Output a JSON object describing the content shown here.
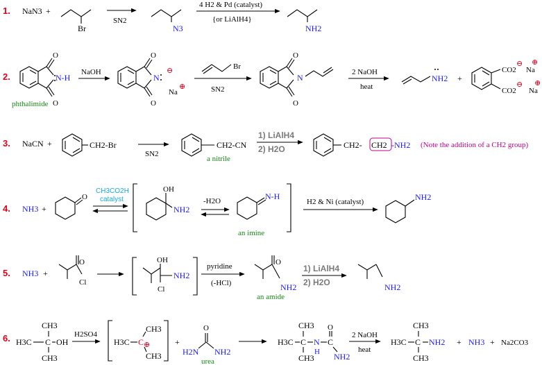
{
  "diagram": {
    "rows": [
      {
        "number": "1.",
        "reactant": "NaN3",
        "plus": "+",
        "intermediate_label": "N3",
        "product_label": "NH2",
        "bromo_label": "Br",
        "step1_condition": "SN2",
        "step2_condition_top": "4 H2 & Pd (catalyst)",
        "step2_condition_bottom": "{or LiAlH4}"
      },
      {
        "number": "2.",
        "start_nh": "N-H",
        "start_name": "phthalimide",
        "base": "NaOH",
        "anion_n": "N",
        "anion_charge": "⊖",
        "counterion": "Na",
        "counter_charge": "⊕",
        "alkyl_bromide_br": "Br",
        "step_sn2": "SN2",
        "alkylated_n": "N",
        "hydrolysis_top": "2 NaOH",
        "hydrolysis_bottom": "heat",
        "amine_label": "NH2",
        "plus": "+",
        "carboxylate_1": "CO2",
        "carboxylate_2": "CO2",
        "na_1": "Na",
        "na_2": "Na",
        "oxygen": "O"
      },
      {
        "number": "3.",
        "reactant": "NaCN",
        "plus": "+",
        "benzyl_group": "CH2-Br",
        "step_sn2": "SN2",
        "nitrile_group": "CH2-CN",
        "nitrile_name": "a nitrile",
        "reduction_1": "1) LiAlH4",
        "reduction_2": "2) H2O",
        "amine_prefix": "CH2-",
        "boxed_ch2": "CH2",
        "amine_suffix": "-NH2",
        "note": "(Note the addition of a CH2 group)"
      },
      {
        "number": "4.",
        "reactant": "NH3",
        "plus": "+",
        "oxygen": "O",
        "catalyst_1": "CH3CO2H",
        "catalyst_2": "catalyst",
        "hemi_oh": "OH",
        "hemi_nh2": "NH2",
        "dehydration": "-H2O",
        "imine_n": "N-H",
        "imine_name": "an imine",
        "reduction": "H2 & Ni (catalyst)",
        "product_nh2": "NH2"
      },
      {
        "number": "5.",
        "reactant": "NH3",
        "plus": "+",
        "acyl_o": "O",
        "acyl_cl": "Cl",
        "tet_oh": "OH",
        "tet_nh2": "NH2",
        "tet_cl": "Cl",
        "base_top": "pyridine",
        "base_bottom": "(-HCl)",
        "amide_o": "O",
        "amide_nh2": "NH2",
        "amide_name": "an amide",
        "reduction_1": "1) LiAlH4",
        "reduction_2": "2) H2O",
        "product_nh2": "NH2"
      },
      {
        "number": "6.",
        "ch3_top": "CH3",
        "alcohol_left": "H3C",
        "alcohol_c": "C",
        "alcohol_oh": "OH",
        "ch3_bottom": "CH3",
        "acid": "H2SO4",
        "cation_left": "H3C",
        "cation_c": "C",
        "cation_ch3_top": "CH3",
        "cation_ch3_bottom": "CH3",
        "plus": "+",
        "urea_o": "O",
        "urea_left": "H2N",
        "urea_right": "NH2",
        "urea_name": "urea",
        "adduct_left": "H3C",
        "adduct_c": "C",
        "adduct_n": "N",
        "adduct_h": "H",
        "adduct_c2": "C",
        "adduct_o": "O",
        "adduct_nh2": "NH2",
        "adduct_ch3_top": "CH3",
        "adduct_ch3_bottom": "CH3",
        "hydrolysis_top": "2 NaOH",
        "hydrolysis_bottom": "heat",
        "product_left": "H3C",
        "product_c": "C",
        "product_nh2": "NH2",
        "product_ch3_top": "CH3",
        "product_ch3_bottom": "CH3",
        "byproduct_1": "NH3",
        "byproduct_2": "Na2CO3"
      }
    ]
  }
}
